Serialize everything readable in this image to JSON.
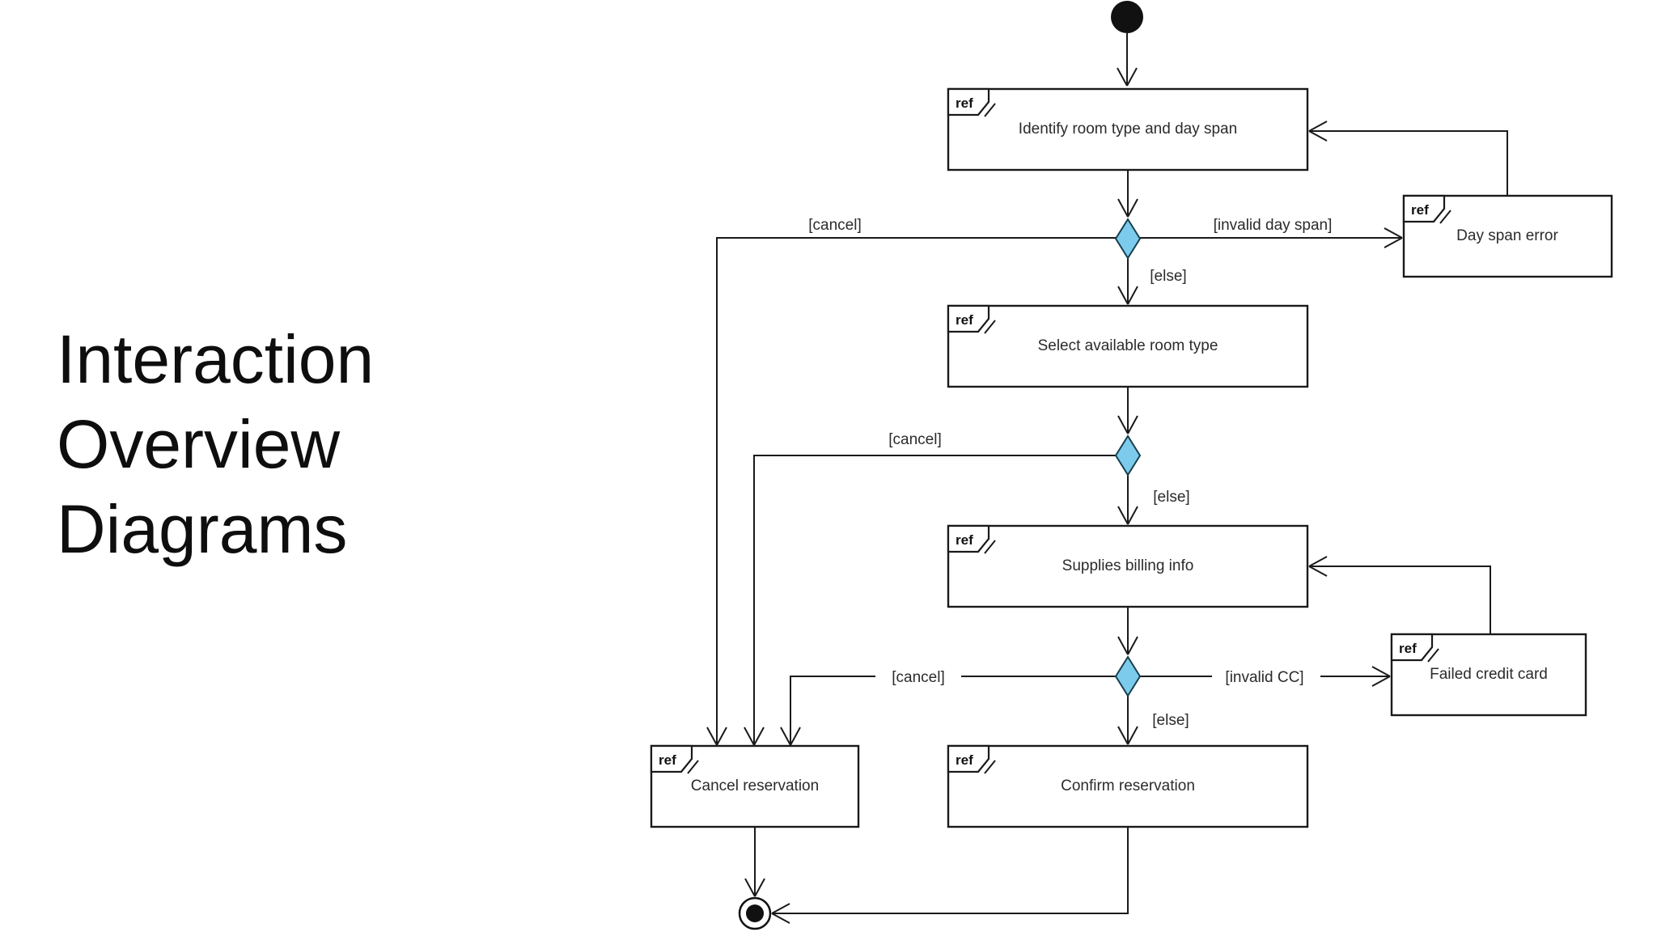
{
  "slide": {
    "title": "Interaction Overview Diagrams"
  },
  "diagram": {
    "frames": [
      {
        "tag": "ref",
        "label": "Identify room type and day span"
      },
      {
        "tag": "ref",
        "label": "Select available room type"
      },
      {
        "tag": "ref",
        "label": "Supplies billing info"
      },
      {
        "tag": "ref",
        "label": "Confirm reservation"
      },
      {
        "tag": "ref",
        "label": "Cancel reservation"
      },
      {
        "tag": "ref",
        "label": "Day span error"
      },
      {
        "tag": "ref",
        "label": "Failed credit card"
      }
    ],
    "guards": {
      "cancel1": "[cancel]",
      "invalid_day_span": "[invalid day span]",
      "else1": "[else]",
      "cancel2": "[cancel]",
      "else2": "[else]",
      "cancel3": "[cancel]",
      "invalid_cc": "[invalid CC]",
      "else3": "[else]"
    },
    "icons": {
      "initial_node": "filled-circle",
      "final_node": "bullseye"
    },
    "colors": {
      "decision_fill": "#7CCBEC",
      "line": "#1a1a1a",
      "frame_border": "#1a1a1a",
      "text": "#2b2b2b"
    }
  }
}
